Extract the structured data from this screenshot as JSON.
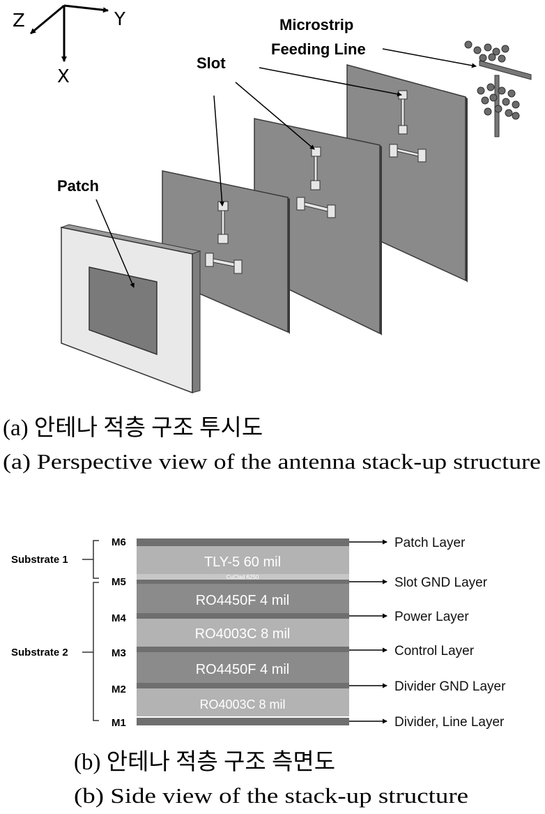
{
  "perspective": {
    "axes": {
      "z": "Z",
      "y": "Y",
      "x": "X"
    },
    "labels": {
      "microstrip_line1": "Microstrip",
      "microstrip_line2": "Feeding Line",
      "slot": "Slot",
      "patch": "Patch"
    },
    "caption_ko": "(a) 안테나 적층 구조 투시도",
    "caption_en": "(a) Perspective view of the antenna stack-up structure"
  },
  "side_view": {
    "layers": [
      {
        "name": "M6",
        "label": "Patch Layer"
      },
      {
        "name": "M5",
        "label": "Slot GND Layer"
      },
      {
        "name": "M4",
        "label": "Power Layer"
      },
      {
        "name": "M3",
        "label": "Control Layer"
      },
      {
        "name": "M2",
        "label": "Divider GND Layer"
      },
      {
        "name": "M1",
        "label": "Divider, Line Layer"
      }
    ],
    "substrates": [
      {
        "material": "TLY-5",
        "thickness": "60 mil"
      },
      {
        "material": "CuClad 6250",
        "thickness": ""
      },
      {
        "material": "RO4450F",
        "thickness": "4 mil"
      },
      {
        "material": "RO4003C",
        "thickness": "8 mil"
      },
      {
        "material": "RO4450F",
        "thickness": "4 mil"
      },
      {
        "material": "RO4003C",
        "thickness": "8 mil"
      }
    ],
    "groups": [
      "Substrate 1",
      "Substrate 2"
    ],
    "caption_ko": "(b) 안테나 적층 구조 측면도",
    "caption_en": "(b) Side view of the stack-up structure"
  },
  "colors": {
    "metal": "#6f6f6f",
    "plate": "#8a8a8a",
    "plate_edge": "#3a3a3a",
    "light_substrate": "#b3b3b3",
    "dark_substrate": "#8b8b8b",
    "foam": "#e9e9e9"
  }
}
